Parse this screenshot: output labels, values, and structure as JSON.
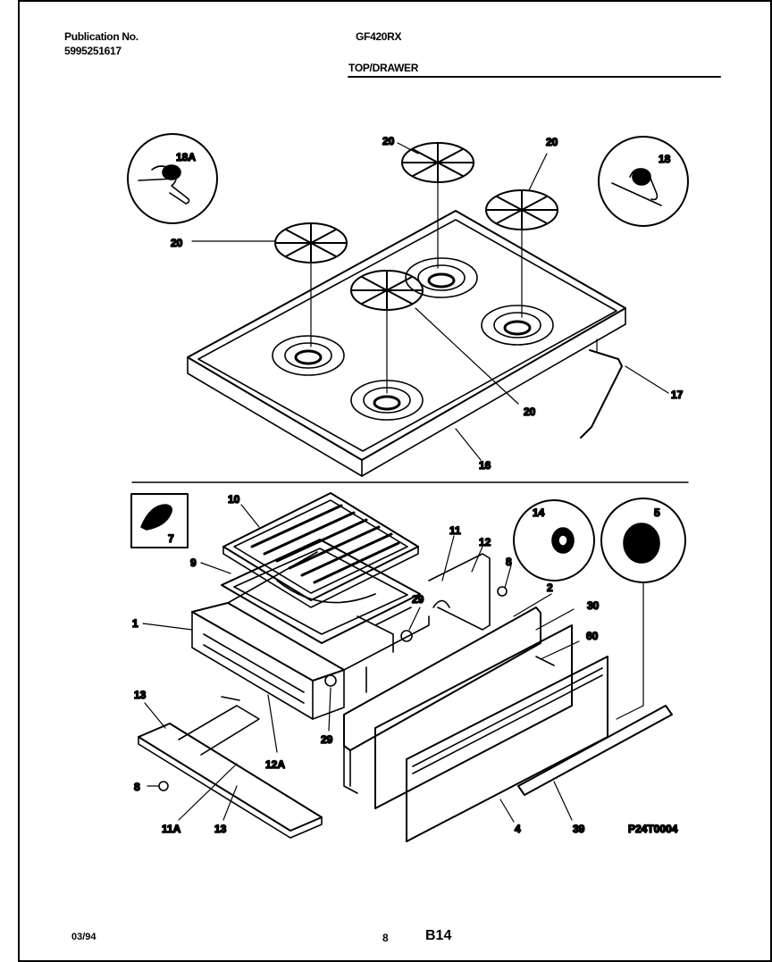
{
  "header": {
    "publication_label": "Publication No.",
    "publication_number": "5995251617",
    "model": "GF420RX",
    "section": "TOP/DRAWER"
  },
  "callouts": {
    "c18A": "18A",
    "c18": "18",
    "c20a": "20",
    "c20b": "20",
    "c20c": "20",
    "c20d": "20",
    "c17": "17",
    "c16": "16",
    "c10": "10",
    "c7": "7",
    "c9": "9",
    "c1": "1",
    "c11": "11",
    "c12": "12",
    "c8a": "8",
    "c14": "14",
    "c5": "5",
    "c2": "2",
    "c29a": "29",
    "c30": "30",
    "c60": "60",
    "c13a": "13",
    "c12A": "12A",
    "c29b": "29",
    "c8b": "8",
    "c11A": "11A",
    "c13b": "13",
    "c4": "4",
    "c39": "39"
  },
  "drawing_number": "P24T0004",
  "footer": {
    "date": "03/94",
    "page": "8",
    "code": "B14"
  }
}
